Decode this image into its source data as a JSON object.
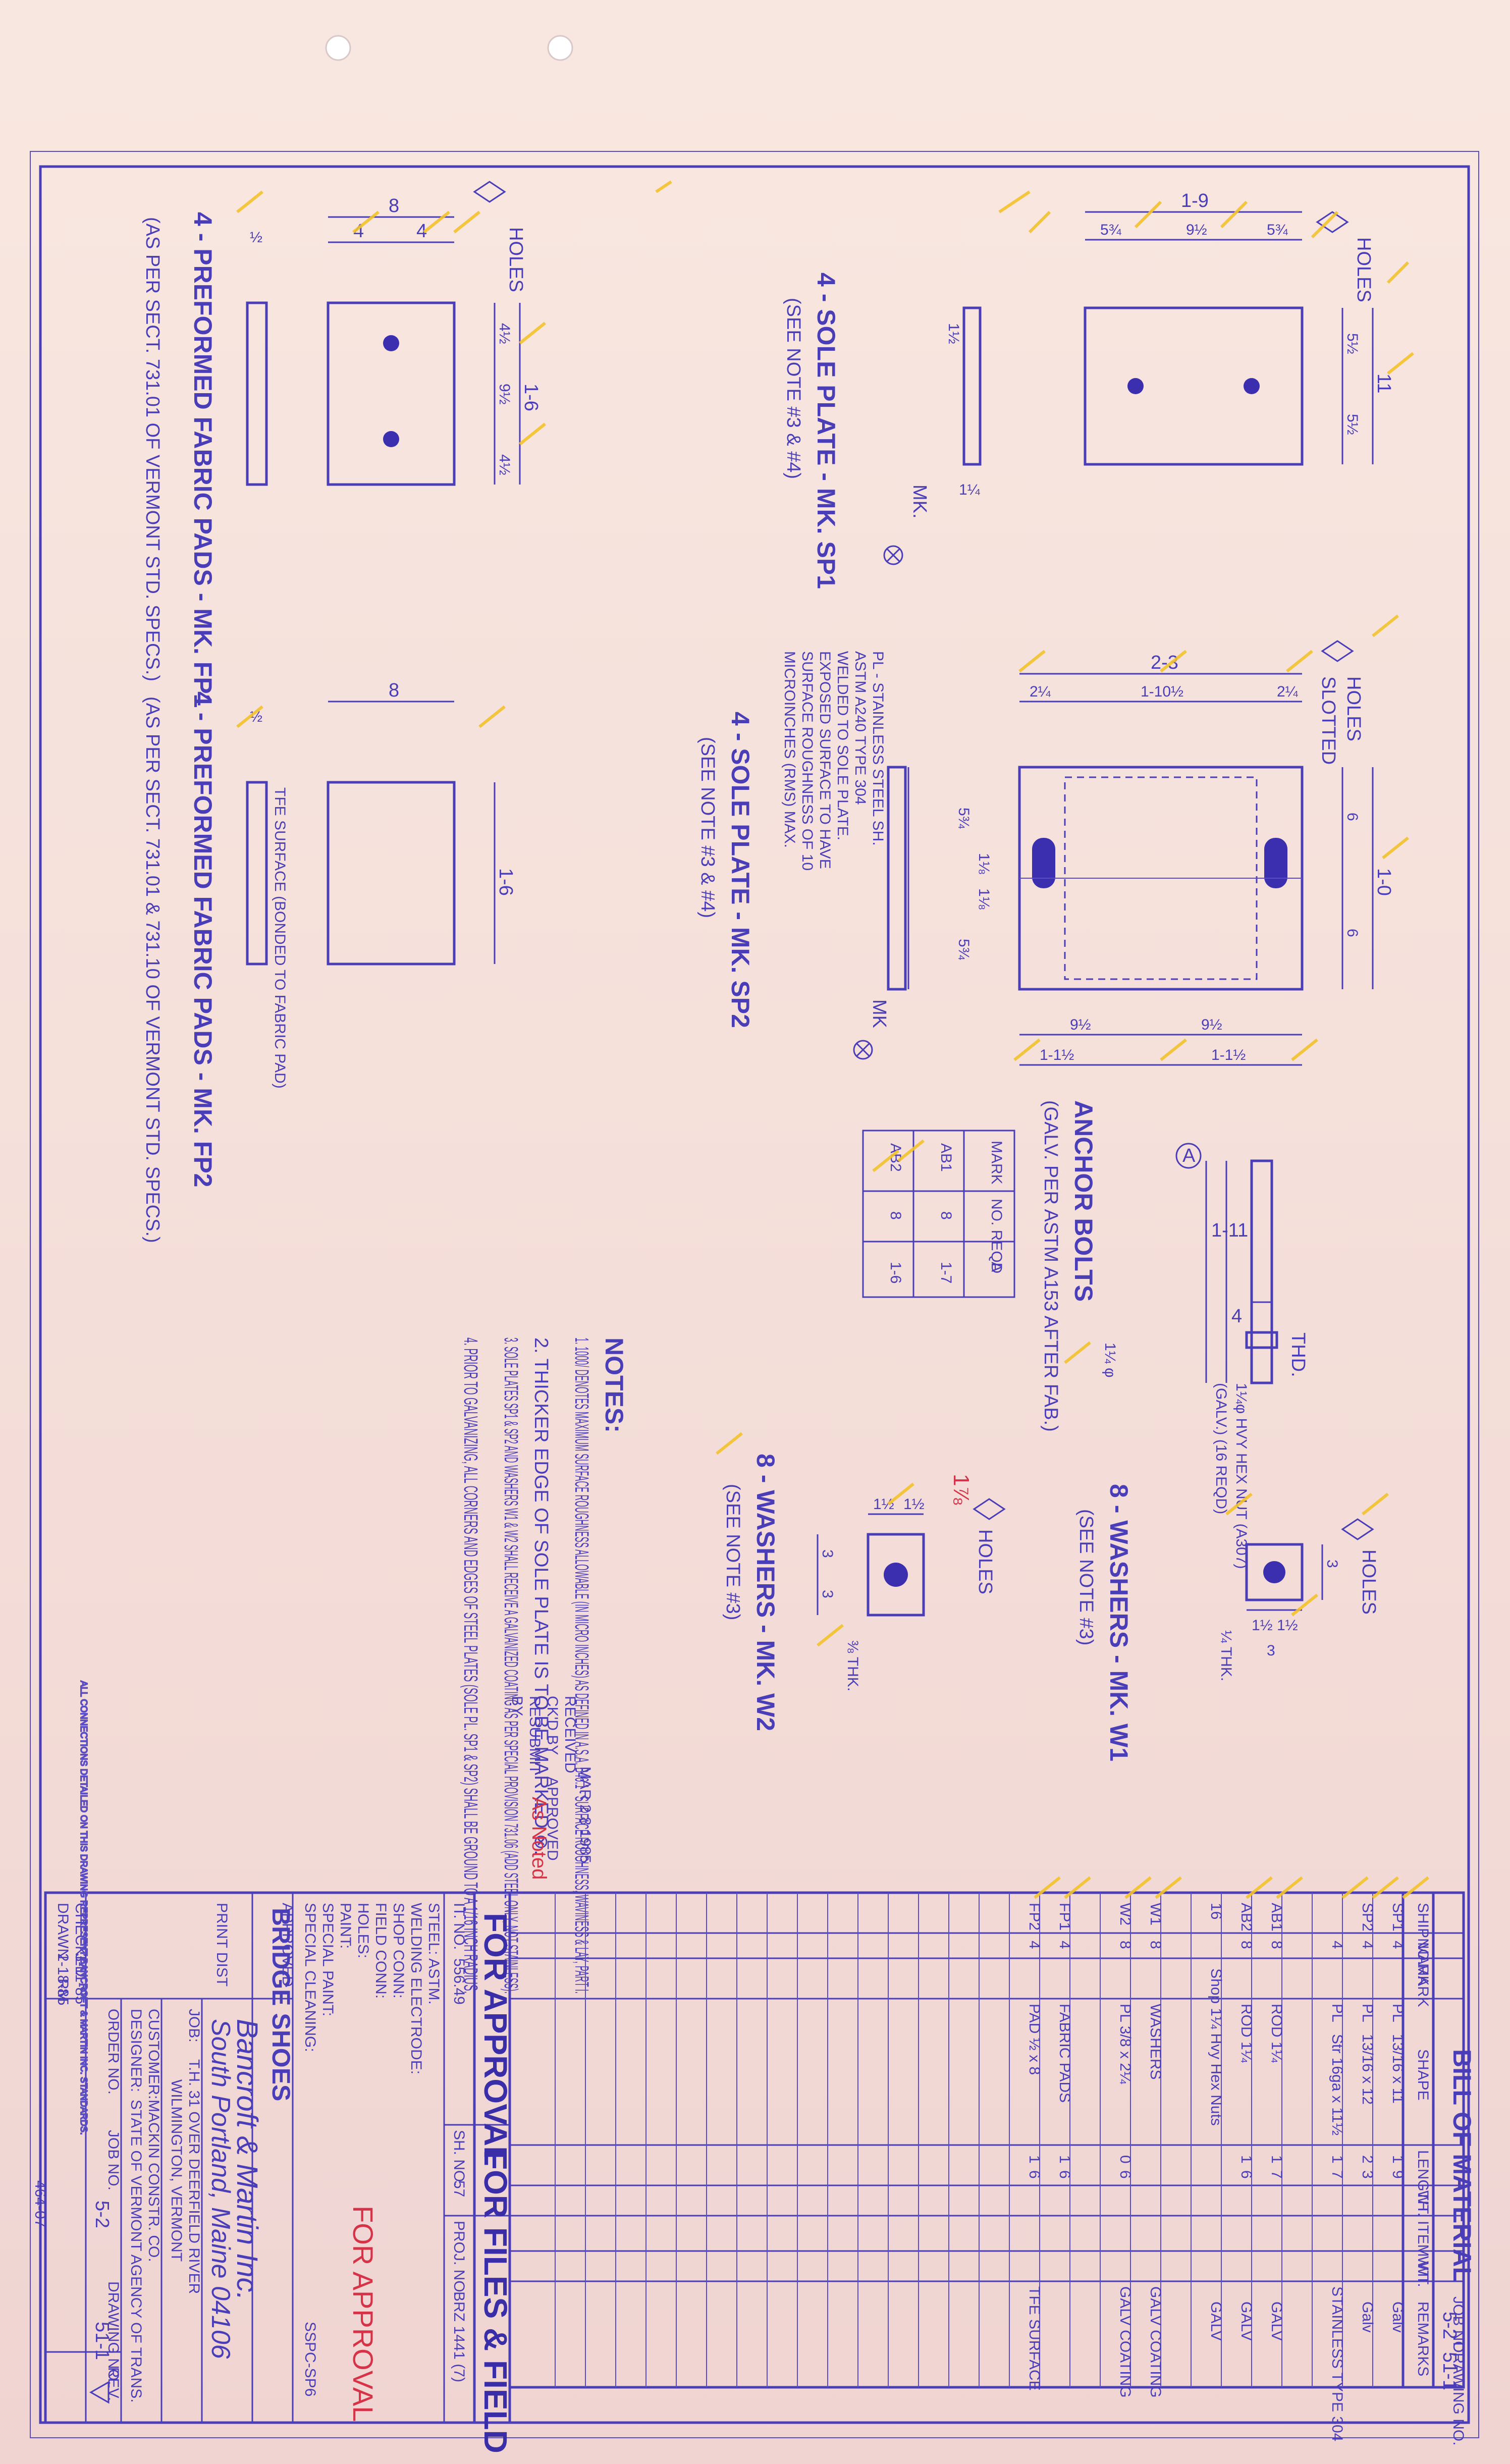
{
  "sheet": {
    "fp1": {
      "title": "4 - PREFORMED FABRIC PADS - MK. FP1",
      "note": "(AS PER SECT. 731.01 OF VERMONT STD. SPECS.)",
      "holes": "HOLES",
      "dims": [
        "8",
        "4",
        "4",
        "4½",
        "9½",
        "4½",
        "1-6",
        "½"
      ]
    },
    "fp2": {
      "title": "4 - PREFORMED FABRIC PADS - MK. FP2",
      "note": "(AS PER SECT. 731.01 & 731.10 OF VERMONT STD. SPECS.)",
      "tfe": "TFE SURFACE (BONDED TO FABRIC PAD)",
      "dims": [
        "8",
        "1-6",
        "½"
      ]
    },
    "sp1": {
      "title": "4 - SOLE PLATE - MK. SP1",
      "note": "(SEE NOTE #3 & #4)",
      "holes": "HOLES",
      "mark": "MK.",
      "dims": [
        "1-9",
        "5¾",
        "9½",
        "5¾",
        "5½",
        "5½",
        "11",
        "1½",
        "1¼"
      ]
    },
    "sp2": {
      "title": "4 - SOLE PLATE - MK. SP2",
      "note": "(SEE NOTE #3 & #4)",
      "slotted": "SLOTTED",
      "holes": "HOLES",
      "spec_lines": [
        "PL - STAINLESS STEEL SH.",
        "ASTM A240 TYPE 304",
        "WELDED TO SOLE PLATE.",
        "EXPOSED SURFACE TO HAVE",
        "SURFACE ROUGHNESS OF 10",
        "MICROINCHES (RMS) MAX."
      ],
      "dims": [
        "2-3",
        "2¼",
        "1-10½",
        "2¼",
        "1-0",
        "6",
        "6",
        "5¾",
        "1⅛",
        "1⅛",
        "5¾",
        "9½",
        "9½",
        "1-1½",
        "1-1½"
      ],
      "mark": "MK"
    },
    "anchor_bolts": {
      "thd": "THD.",
      "a_marker": "A",
      "dim_length": "1-11",
      "dim_thd": "4",
      "dim_dia": "1¼ φ",
      "nut_label_1": "1¼φ HVY HEX NUT (A307)",
      "nut_label_2": "(GALV.) (16 REQD)",
      "title": "ANCHOR BOLTS",
      "subtitle": "(GALV. PER ASTM A153 AFTER FAB.)",
      "headers": [
        "MARK",
        "NO. REQD",
        "A"
      ],
      "rows": [
        [
          "AB1",
          "8",
          "1-7"
        ],
        [
          "AB2",
          "8",
          "1-6"
        ]
      ]
    },
    "w1": {
      "title": "8 - WASHERS - MK. W1",
      "note": "(SEE NOTE #3)",
      "holes": "HOLES",
      "dims": [
        "1½",
        "1½",
        "3",
        "3",
        "¼ THK."
      ]
    },
    "w2": {
      "title": "8 - WASHERS - MK. W2",
      "note": "(SEE NOTE #3)",
      "holes": "HOLES",
      "dims": [
        "1½",
        "1½",
        "3",
        "3",
        "⅜ THK."
      ],
      "revision": "1⅞"
    },
    "notes": {
      "heading": "NOTES:",
      "items": [
        "1. 1000/ DENOTES MAXIMUM SURFACE ROUGHNESS ALLOWABLE (IN MICRO INCHES) AS DEFINED IN A.S.A. B46.1 - SURFACE ROUGHNESS, WAVINESS & LAY, PART I.",
        "2. THICKER EDGE OF SOLE PLATE IS TO BE MARKED ⊗.",
        "3. SOLE PLATES SP1 & SP2 AND WASHERS W1 & W2 SHALL RECEIVE A GALVANIZED COATING AS PER SPECIAL PROVISION 731.06 (ADD STEEL ONLY, NOT STAINLESS).",
        "4. PRIOR TO GALVANIZING, ALL CORNERS AND EDGES OF STEEL PLATES (SOLE PL. SP1 & SP2) SHALL BE GROUND TO A 1/16 INCH RADIUS."
      ]
    },
    "stamp": {
      "received": "RECEIVED",
      "date": "MAR 2 8 1985",
      "lines": [
        "CK'D BY",
        "RESUBMIT",
        "BY"
      ],
      "approved": "APPROVED",
      "handwritten": "As Noted"
    },
    "bom": {
      "title": "BILL OF MATERIAL",
      "headers": [
        "SHIP MARK",
        "NO.",
        "MARK",
        "SHAPE",
        "LENGTH",
        "WT.",
        "ITEM WT.",
        "WT.",
        "REMARKS"
      ],
      "rows": [
        [
          "SP1",
          "4",
          "",
          "PL",
          "13/16 x 11",
          "1",
          "9",
          "",
          "",
          "Galv"
        ],
        [
          "SP2",
          "4",
          "",
          "PL",
          "13/16 x 12",
          "2",
          "3",
          "",
          "",
          "Galv"
        ],
        [
          "",
          "4",
          "",
          "PL",
          "Str 16ga x 11½",
          "1",
          "7",
          "",
          "",
          "STAINLESS TYPE 304"
        ],
        [
          "AB1",
          "8",
          "",
          "ROD 1¼",
          "",
          "1",
          "7",
          "",
          "",
          "GALV"
        ],
        [
          "AB2",
          "8",
          "",
          "ROD 1¼",
          "",
          "1",
          "6",
          "",
          "",
          "GALV"
        ],
        [
          "",
          "16",
          "",
          "Shop 1¼ Hvy Hex Nuts",
          "",
          "",
          "",
          "",
          "",
          "GALV"
        ],
        [
          "W1",
          "8",
          "",
          "WASHERS",
          "",
          "",
          "",
          "",
          "",
          "GALV COATING"
        ],
        [
          "W2",
          "8",
          "",
          "PL 3/8 x 2¼",
          "",
          "0",
          "6",
          "",
          "",
          "GALV COATING"
        ],
        [
          "FP1",
          "4",
          "",
          "FABRIC PADS",
          "",
          "1",
          "6",
          "",
          "",
          ""
        ],
        [
          "FP2",
          "4",
          "",
          "PAD ½ x 8",
          "",
          "1",
          "6",
          "",
          "",
          "TFE SURFACE"
        ]
      ],
      "job_no": "JOB NO.",
      "job_value": "5-2",
      "drawing_no": "DRAWING NO.",
      "drawing_value": "51-1",
      "rev": "REV."
    },
    "title_block": {
      "for_approval": "FOR APPROVAL",
      "for_files": "FOR FILES & FIELD",
      "for_approval_red": "FOR APPROVAL",
      "it_no": "IT. NO.",
      "it_value": "556.49",
      "sh_no": "SH. NO.",
      "sh_value": "57",
      "proj_no": "PROJ. NO.",
      "proj_value": "BRZ 1441 (7)",
      "fields": [
        "STEEL: ASTM.",
        "WELDING ELECTRODE:",
        "SHOP CONN:",
        "FIELD CONN:",
        "HOLES:",
        "PAINT:",
        "SPECIAL PAINT:",
        "SPECIAL CLEANING:"
      ],
      "finish": "SSPC-SP6",
      "company_1": "Bancroft & Martin Inc.",
      "company_2": "South Portland, Maine 04106",
      "job_label": "JOB:",
      "job_desc_1": "T.H. 31 OVER DEERFIELD RIVER",
      "job_desc_2": "WILMINGTON, VERMONT",
      "customer_label": "CUSTOMER:",
      "customer": "MACKIN CONSTR. CO.",
      "designer_label": "DESIGNER:",
      "designer": "STATE OF VERMONT AGENCY OF TRANS.",
      "order_no": "ORDER NO.",
      "job_no_label": "JOB NO.",
      "job_no_value": "5-2",
      "drawing_no": "DRAWING NO.",
      "drawing_value": "51-1",
      "rev": "REV.",
      "description": "BRIDGE SHOES",
      "approved": "APPROVED",
      "print_dist": "PRINT DIST",
      "checked": "CHECKED",
      "drawn": "DRAWN",
      "checked_date": "3-11-85",
      "drawn_date": "2-18-85",
      "drawn_by": "RM",
      "footer": "464-07",
      "disclaimer": "ALL CONNECTIONS DETAILED ON THIS DRAWING REPRESENT BANCROFT & MARTIN INC. STANDARDS."
    }
  }
}
